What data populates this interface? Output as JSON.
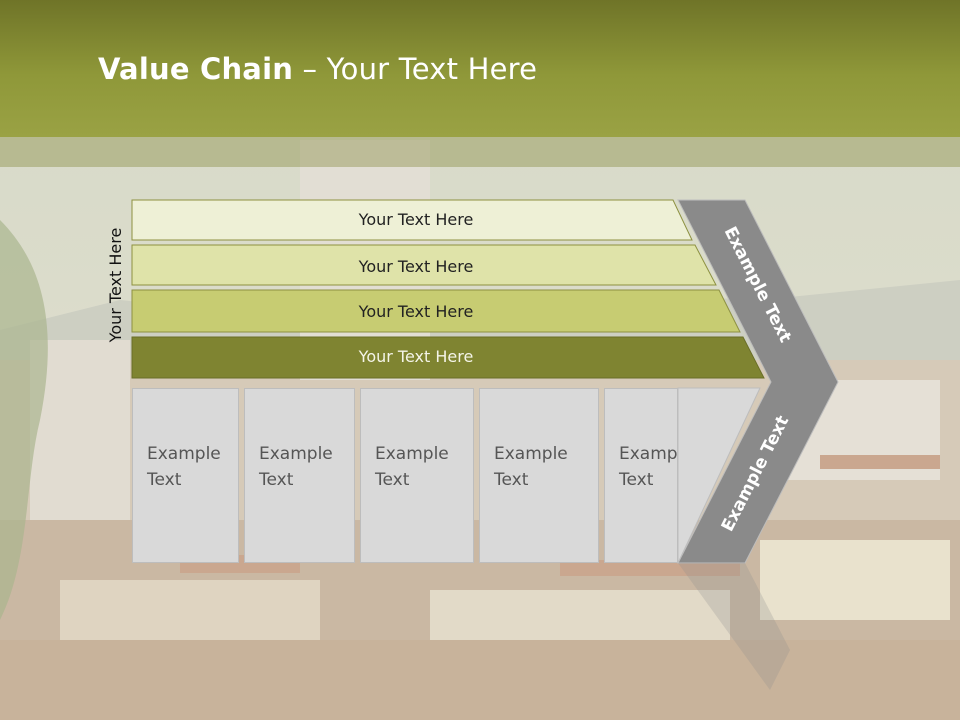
{
  "title": {
    "bold": "Value Chain",
    "rest": " – Your Text Here"
  },
  "side_label": "Your Text Here",
  "rows": [
    {
      "label": "Your Text Here",
      "color": "#eef0d6"
    },
    {
      "label": "Your Text Here",
      "color": "#dfe3a9"
    },
    {
      "label": "Your Text Here",
      "color": "#c7cc72"
    },
    {
      "label": "Your Text Here",
      "color": "#7f8431"
    }
  ],
  "boxes": [
    {
      "line1": "Example",
      "line2": "Text"
    },
    {
      "line1": "Example",
      "line2": "Text"
    },
    {
      "line1": "Example",
      "line2": "Text"
    },
    {
      "line1": "Example",
      "line2": "Text"
    },
    {
      "line1": "Example",
      "line2": "Text"
    }
  ],
  "arrow": {
    "upper_text": "Example Text",
    "lower_text": "Example Text",
    "color": "#8a8a8a"
  }
}
